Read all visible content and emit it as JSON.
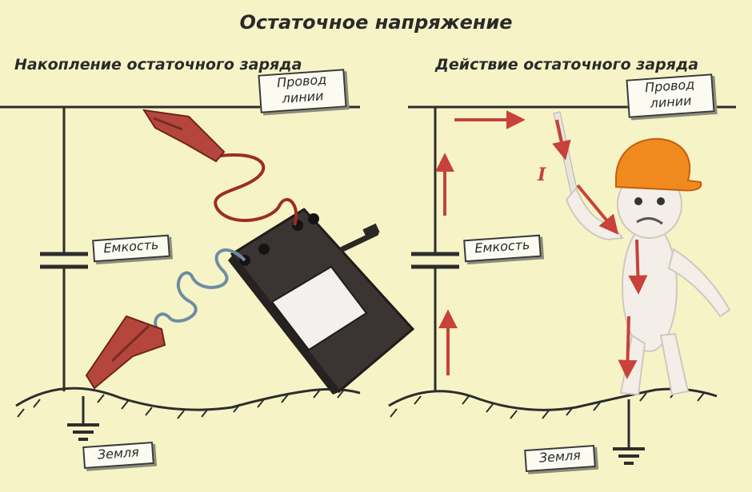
{
  "title": "Остаточное напряжение",
  "left_panel": {
    "heading": "Накопление остаточного заряда",
    "line_label": [
      "Провод",
      "линии"
    ],
    "capacitor_label": "Емкость",
    "ground_label": "Земля"
  },
  "right_panel": {
    "heading": "Действие остаточного заряда",
    "line_label": [
      "Провод",
      "линии"
    ],
    "capacitor_label": "Емкость",
    "ground_label": "Земля",
    "current_label": "I"
  },
  "colors": {
    "background": "#f6f4c6",
    "arrow": "#c8413a",
    "helmet": "#f08a1e",
    "clip": "#b5463e",
    "meter_body": "#3a3532"
  }
}
